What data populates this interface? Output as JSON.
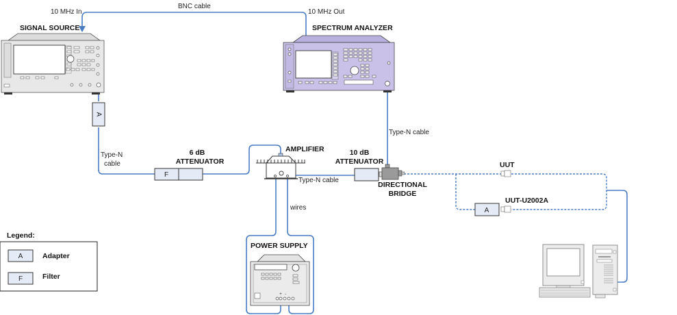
{
  "title": "Test setup diagram",
  "colors": {
    "cable": "#4a7cc4",
    "instrument_gray": "#e6e6e6",
    "analyzer_purple": "#c7c0e6",
    "component_fill": "#e4eaf6",
    "bridge_gray": "#9a9a9a",
    "pc_gray": "#ececec"
  },
  "instruments": {
    "signal_source": "SIGNAL SOURCE",
    "spectrum_analyzer": "SPECTRUM ANALYZER",
    "power_supply": "POWER SUPPLY",
    "amplifier": "AMPLIFIER",
    "attenuator_6db_line1": "6 dB",
    "attenuator_6db_line2": "ATTENUATOR",
    "attenuator_10db_line1": "10 dB",
    "attenuator_10db_line2": "ATTENUATOR",
    "bridge_line1": "DIRECTIONAL",
    "bridge_line2": "BRIDGE",
    "uut": "UUT",
    "uut_u2002a": "UUT-U2002A"
  },
  "cables": {
    "bnc": "BNC cable",
    "in_10mhz": "10 MHz In",
    "out_10mhz": "10 MHz Out",
    "type_n_left_line1": "Type-N",
    "type_n_left_line2": "cable",
    "type_n_right": "Type-N cable",
    "type_n_amp": "Type-N cable",
    "wires": "wires"
  },
  "components": {
    "adapter_letter": "A",
    "filter_letter": "F"
  },
  "legend": {
    "title": "Legend:",
    "items": [
      {
        "symbol": "A",
        "label": "Adapter"
      },
      {
        "symbol": "F",
        "label": "Filter"
      }
    ]
  }
}
